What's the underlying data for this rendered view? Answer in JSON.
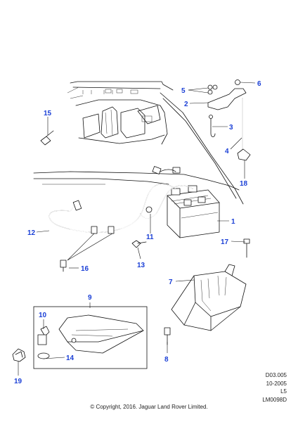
{
  "diagram": {
    "callouts": [
      "1",
      "2",
      "3",
      "4",
      "5",
      "6",
      "7",
      "8",
      "9",
      "10",
      "11",
      "12",
      "13",
      "14",
      "15",
      "16",
      "17",
      "18",
      "19"
    ]
  },
  "info": {
    "ref": "D03.005",
    "date": "10-2005",
    "level": "L5",
    "code": "LM0098D"
  },
  "copyright": "© Copyright, 2016. Jaguar Land Rover Limited."
}
